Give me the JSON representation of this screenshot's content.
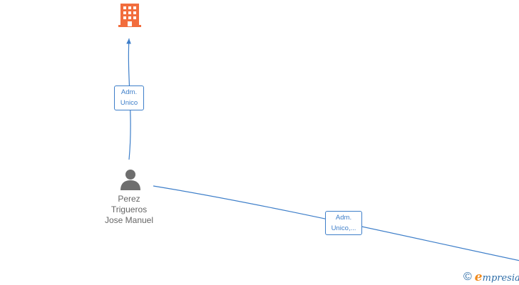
{
  "nodes": {
    "company": {
      "icon": "building-icon",
      "color": "#f26d3d"
    },
    "person": {
      "icon": "person-icon",
      "color": "#6e6e6e",
      "name_lines": [
        "Perez",
        "Trigueros",
        "Jose Manuel"
      ]
    }
  },
  "edges": [
    {
      "label_lines": [
        "Adm.",
        "Unico"
      ]
    },
    {
      "label_lines": [
        "Adm.",
        "Unico,..."
      ]
    }
  ],
  "edge_color": "#3d7ec9",
  "brand": {
    "copyright_symbol": "©",
    "initial": "e",
    "rest": "mpresia"
  }
}
